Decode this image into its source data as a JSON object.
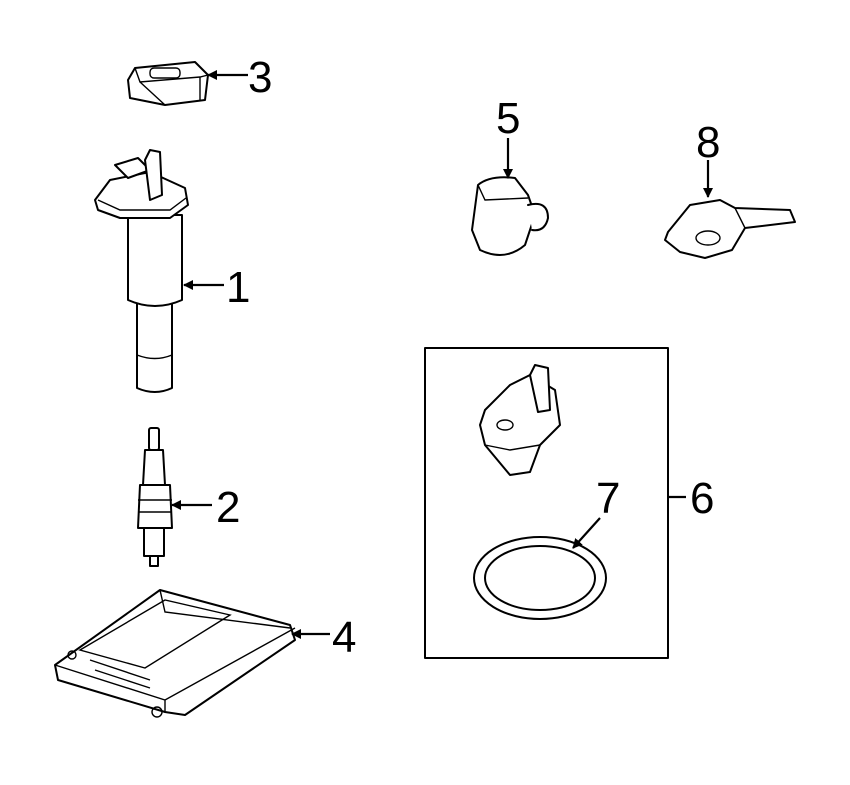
{
  "diagram": {
    "callouts": [
      {
        "id": "1",
        "label": "1",
        "part": "ignition-coil"
      },
      {
        "id": "2",
        "label": "2",
        "part": "spark-plug"
      },
      {
        "id": "3",
        "label": "3",
        "part": "clip"
      },
      {
        "id": "4",
        "label": "4",
        "part": "engine-control-module"
      },
      {
        "id": "5",
        "label": "5",
        "part": "sensor"
      },
      {
        "id": "6",
        "label": "6",
        "part": "sensor-kit"
      },
      {
        "id": "7",
        "label": "7",
        "part": "o-ring"
      },
      {
        "id": "8",
        "label": "8",
        "part": "sensor"
      }
    ],
    "colors": {
      "line": "#000000",
      "background": "#ffffff"
    }
  }
}
